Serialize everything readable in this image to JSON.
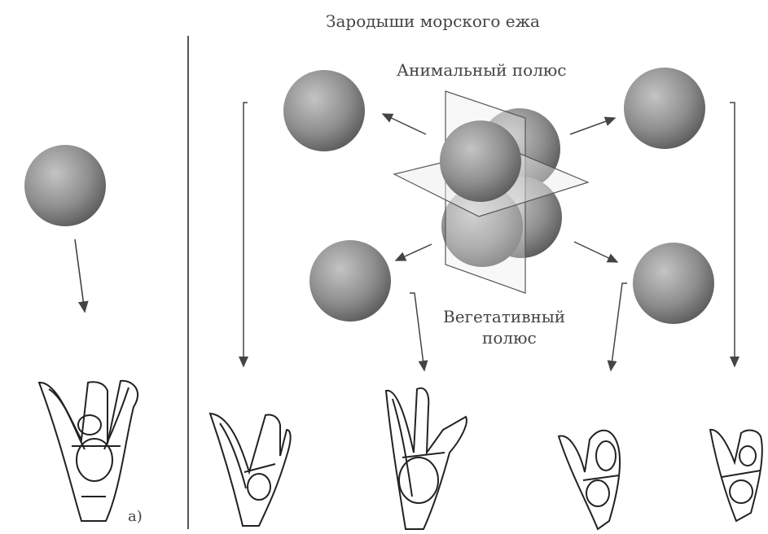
{
  "title": "Зародыши морского ежа",
  "labels": {
    "animal_pole": "Анимальный полюс",
    "vegetal_pole_line1": "Вегетативный",
    "vegetal_pole_line2": "полюс",
    "panel_a": "а)"
  },
  "colors": {
    "background": "#ffffff",
    "sphere_light": "#b9b9b9",
    "sphere_dark": "#5e5e5e",
    "line": "#444444"
  }
}
